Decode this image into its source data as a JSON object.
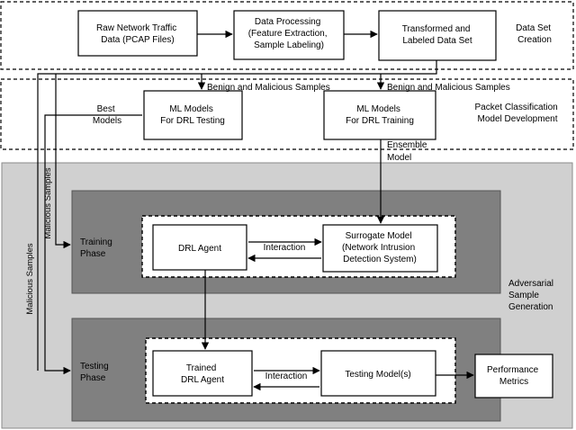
{
  "sections": {
    "data_set_creation": [
      "Data Set",
      "Creation"
    ],
    "packet_classification": [
      "Packet Classification",
      "Model Development"
    ],
    "adversarial": [
      "Adversarial",
      "Sample",
      "Generation"
    ]
  },
  "boxes": {
    "raw_traffic": [
      "Raw Network Traffic",
      "Data (PCAP Files)"
    ],
    "data_processing": [
      "Data Processing",
      "(Feature Extraction,",
      "Sample Labeling)"
    ],
    "transformed": [
      "Transformed and",
      "Labeled Data Set"
    ],
    "ml_testing": [
      "ML Models",
      "For DRL Testing"
    ],
    "ml_training": [
      "ML Models",
      "For DRL Training"
    ],
    "drl_agent": [
      "DRL Agent"
    ],
    "surrogate": [
      "Surrogate Model",
      "(Network Intrusion",
      "Detection System)"
    ],
    "trained_agent": [
      "Trained",
      "DRL Agent"
    ],
    "testing_models": [
      "Testing Model(s)"
    ],
    "performance": [
      "Performance",
      "Metrics"
    ]
  },
  "phases": {
    "training": [
      "Training",
      "Phase"
    ],
    "testing": [
      "Testing",
      "Phase"
    ]
  },
  "labels": {
    "benign_left": "Benign and Malicious Samples",
    "benign_right": "Benign and Malicious Samples",
    "best_models": [
      "Best",
      "Models"
    ],
    "ensemble_model": [
      "Ensemble",
      "Model"
    ],
    "interaction_training": "Interaction",
    "interaction_testing": "Interaction",
    "malicious_inner": "Malicious Samples",
    "malicious_outer": "Malicious Samples"
  }
}
